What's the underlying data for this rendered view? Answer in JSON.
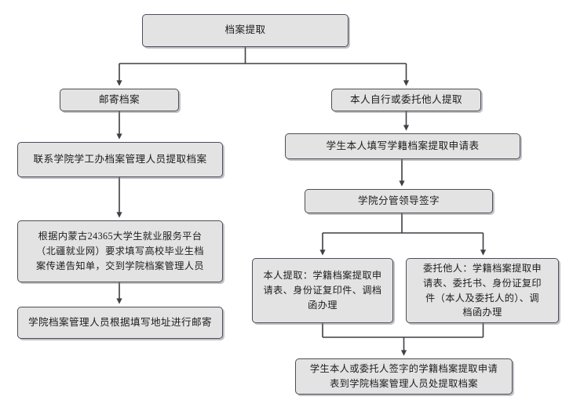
{
  "chart_data": {
    "type": "diagram",
    "title": "档案提取",
    "nodes": [
      {
        "id": "top",
        "label": "档案提取"
      },
      {
        "id": "mail",
        "label": "邮寄档案"
      },
      {
        "id": "self",
        "label": "本人自行或委托他人提取"
      },
      {
        "id": "contact",
        "label": "联系学院学工办档案管理人员提取档案"
      },
      {
        "id": "platform",
        "label": "根据内蒙古24365大学生就业服务平台\n（北疆就业网）要求填写高校毕业生档\n案传递告知单，交到学院档案管理人员"
      },
      {
        "id": "postmail",
        "label": "学院档案管理人员根据填写地址进行邮寄"
      },
      {
        "id": "applyform",
        "label": "学生本人填写学籍档案提取申请表"
      },
      {
        "id": "leadersign",
        "label": "学院分管领导签字"
      },
      {
        "id": "branch_a",
        "label": "本人提取：学籍档案提取申\n请表、身份证复印件、调档\n函办理"
      },
      {
        "id": "branch_b",
        "label": "委托他人：学籍档案提取申\n请表、委托书、身份证复印\n件（本人及委托人的）、调\n档函办理"
      },
      {
        "id": "final",
        "label": "学生本人或委托人签字的学籍档案提取申请\n表到学院档案管理人员处提取档案"
      }
    ],
    "edges": [
      {
        "from": "top",
        "to": "mail"
      },
      {
        "from": "top",
        "to": "self"
      },
      {
        "from": "mail",
        "to": "contact"
      },
      {
        "from": "contact",
        "to": "platform"
      },
      {
        "from": "platform",
        "to": "postmail"
      },
      {
        "from": "self",
        "to": "applyform"
      },
      {
        "from": "applyform",
        "to": "leadersign"
      },
      {
        "from": "leadersign",
        "to": "branch_a"
      },
      {
        "from": "leadersign",
        "to": "branch_b"
      },
      {
        "from": "branch_a",
        "to": "final"
      },
      {
        "from": "branch_b",
        "to": "final"
      }
    ],
    "colors": {
      "node_fill": "#e3e3e3",
      "node_border": "#4d4d55",
      "connector": "#3f3f45",
      "background": "#ffffff",
      "text": "#1d1d1d"
    },
    "layout": "top-down flowchart, two main branches"
  },
  "nodes": {
    "top": "档案提取",
    "mail": "邮寄档案",
    "self": "本人自行或委托他人提取",
    "contact": "联系学院学工办档案管理人员提取档案",
    "platform": "根据内蒙古24365大学生就业服务平台\n（北疆就业网）要求填写高校毕业生档\n案传递告知单，交到学院档案管理人员",
    "postmail": "学院档案管理人员根据填写地址进行邮寄",
    "applyform": "学生本人填写学籍档案提取申请表",
    "leadersign": "学院分管领导签字",
    "branch_a": "本人提取：学籍档案提取申\n请表、身份证复印件、调档\n函办理",
    "branch_b": "委托他人：学籍档案提取申\n请表、委托书、身份证复印\n件（本人及委托人的）、调\n档函办理",
    "final": "学生本人或委托人签字的学籍档案提取申请\n表到学院档案管理人员处提取档案"
  }
}
